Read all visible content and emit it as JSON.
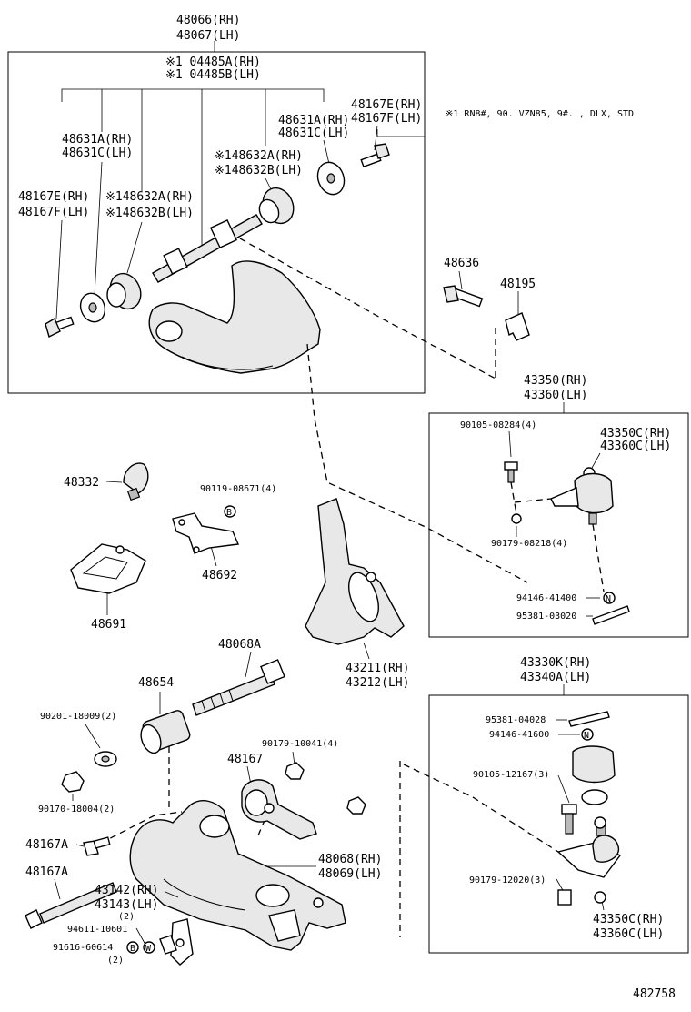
{
  "header": {
    "upper_arm_rh": "48066(RH)",
    "upper_arm_lh": "48067(LH)",
    "shaft_rh": "※1 04485A(RH)",
    "shaft_lh": "※1 04485B(LH)"
  },
  "note": "※1 RN8#, 90. VZN85, 9#. , DLX, STD",
  "upper_box": {
    "bolt_r_rh": "48167E(RH)",
    "bolt_r_lh": "48167F(LH)",
    "washer_r_rh": "48631A(RH)",
    "washer_r_lh": "48631C(LH)",
    "bush_r_rh": "※148632A(RH)",
    "bush_r_lh": "※148632B(LH)",
    "washer_l_rh": "48631A(RH)",
    "washer_l_lh": "48631C(LH)",
    "bolt_l_rh": "48167E(RH)",
    "bolt_l_lh": "48167F(LH)",
    "bush_l_rh": "※148632A(RH)",
    "bush_l_lh": "※148632B(LH)"
  },
  "mid": {
    "bolt": "48636",
    "shim": "48195",
    "bumper": "48332",
    "nut": "90119-08671(4)",
    "bracket": "48692",
    "plate": "48691",
    "torsion_bar": "48068A",
    "bush": "48654",
    "knuckle_rh": "43211(RH)",
    "knuckle_lh": "43212(LH)"
  },
  "upper_ball": {
    "title_rh": "43350(RH)",
    "title_lh": "43360(LH)",
    "bolt": "90105-08284(4)",
    "joint_rh": "43350C(RH)",
    "joint_lh": "43360C(LH)",
    "nut": "90179-08218(4)",
    "castle_nut": "94146-41400",
    "pin": "95381-03020"
  },
  "lower_ball": {
    "title_rh": "43330K(RH)",
    "title_lh": "43340A(LH)",
    "pin": "95381-04028",
    "castle_nut": "94146-41600",
    "bolt": "90105-12167(3)",
    "nut": "90179-12020(3)",
    "joint_rh": "43350C(RH)",
    "joint_lh": "43360C(LH)"
  },
  "lower": {
    "washer": "90201-18009(2)",
    "nut_a": "90179-10041(4)",
    "arm_part": "48167",
    "nut_b": "90170-18004(2)",
    "bolt_a": "48167A",
    "bolt_b": "48167A",
    "lower_arm_rh": "48068(RH)",
    "lower_arm_lh": "48069(LH)",
    "bush_rh": "43142(RH)",
    "bush_lh": "43143(LH)",
    "bush_qty": "(2)",
    "bolt_c": "94611-10601",
    "bolt_d": "91616-60614",
    "bolt_d_qty": "(2)",
    "mark_b": "B",
    "mark_w": "W",
    "mark_n": "N"
  },
  "figure_id": "482758"
}
